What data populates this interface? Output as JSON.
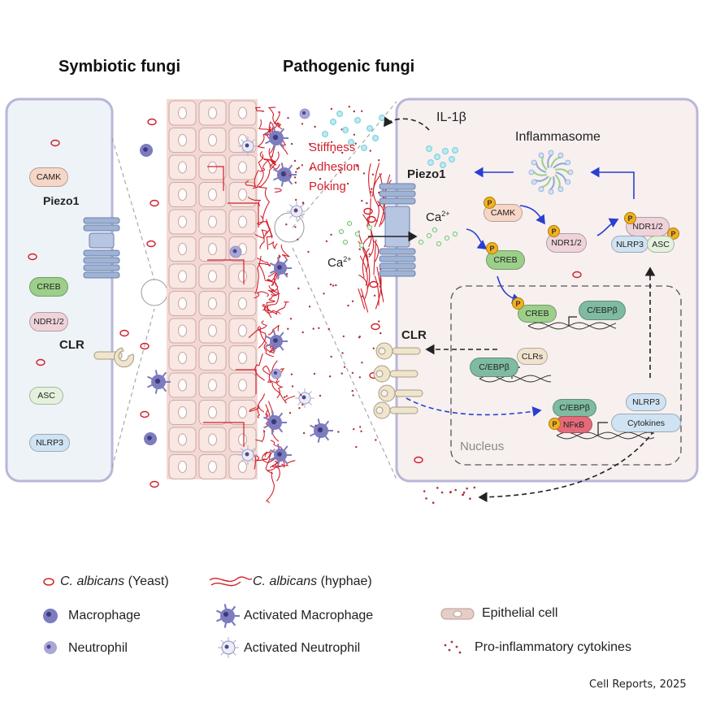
{
  "headers": {
    "symbiotic": "Symbiotic fungi",
    "pathogenic": "Pathogenic fungi"
  },
  "left_panel": {
    "camk": "CAMK",
    "piezo1": "Piezo1",
    "creb": "CREB",
    "ndr": "NDR1/2",
    "clr": "CLR",
    "asc": "ASC",
    "nlrp3": "NLRP3"
  },
  "mechanics": {
    "stiffness": "Stiffness",
    "adhesion": "Adhesion",
    "poking": "Poking"
  },
  "right_panel": {
    "il1b": "IL-1β",
    "inflammasome": "Inflammasome",
    "piezo1": "Piezo1",
    "ca_top": "Ca",
    "ca_top_sup": "2+",
    "ca_left": "Ca",
    "ca_left_sup": "2+",
    "camk": "CAMK",
    "creb": "CREB",
    "ndr_small": "NDR1/2",
    "ndr_complex": "NDR1/2",
    "nlrp3_complex": "NLRP3",
    "asc_complex": "ASC",
    "clr": "CLR",
    "p": "P",
    "nucleus": "Nucleus",
    "creb_nuc": "CREB",
    "cebp_nuc1": "C/EBPβ",
    "cebp_nuc2": "C/EBPβ",
    "clrs": "CLRs",
    "cebp_nuc3": "C/EBPβ",
    "nfkb": "NFκB",
    "nlrp3_nuc": "NLRP3",
    "cytokines": "Cytokines"
  },
  "legend": {
    "yeast_italic": "C. albicans",
    "yeast_rest": " (Yeast)",
    "hyphae_italic": "C. albicans",
    "hyphae_rest": " (hyphae)",
    "macrophage": "Macrophage",
    "activated_macrophage": "Activated Macrophage",
    "epithelial": "Epithelial cell",
    "neutrophil": "Neutrophil",
    "activated_neutrophil": "Activated Neutrophil",
    "cytokines": "Pro-inflammatory cytokines"
  },
  "citation": "Cell Reports, 2025",
  "colors": {
    "panel_border": "#b9b6d8",
    "panel_fill": "#f7f0ef",
    "left_panel_fill": "#eef3f8",
    "epithelium": "#f3d9d5",
    "hyphae": "#d21f2b",
    "macrophage": "#7d7cbf",
    "neutrophil": "#a9a7d6",
    "cytokine": "#a8333a",
    "il1b": "#7fd3df",
    "arrow_blue": "#2a3fd1",
    "piezo": "#9fb3d6"
  }
}
